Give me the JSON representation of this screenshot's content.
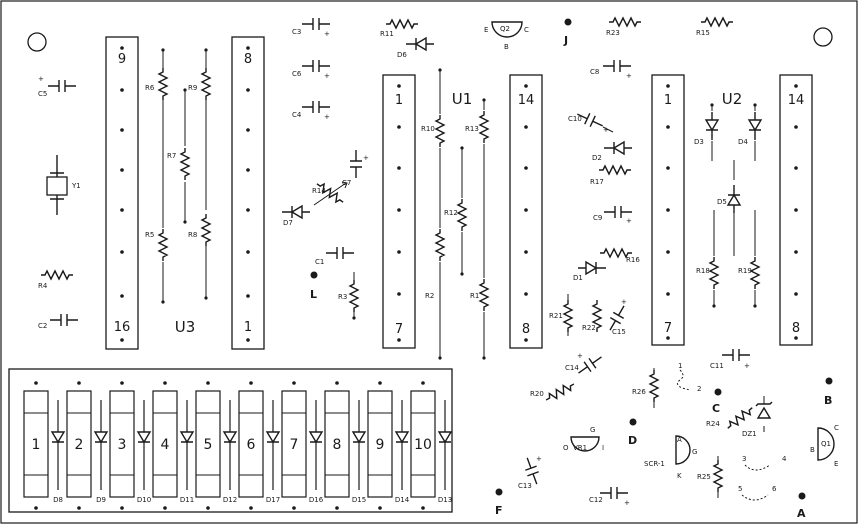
{
  "ic_labels": {
    "u1": "U1",
    "u2": "U2",
    "u3": "U3"
  },
  "ic_pins": {
    "u3_top_left": "9",
    "u3_top_right": "8",
    "u3_bottom_left": "16",
    "u3_bottom_right": "1",
    "u1_top_left": "1",
    "u1_top_right": "14",
    "u1_bottom_left": "7",
    "u1_bottom_right": "8",
    "u2_top_left": "1",
    "u2_top_right": "14",
    "u2_bottom_left": "7",
    "u2_bottom_right": "8"
  },
  "resistors": {
    "r1": "R1",
    "r2": "R2",
    "r3": "R3",
    "r4": "R4",
    "r5": "R5",
    "r6": "R6",
    "r7": "R7",
    "r8": "R8",
    "r9": "R9",
    "r10": "R10",
    "r11": "R11",
    "r12": "R12",
    "r13": "R13",
    "r14": "R14",
    "r15": "R15",
    "r16": "R16",
    "r17": "R17",
    "r18": "R18",
    "r19": "R19",
    "r20": "R20",
    "r21": "R21",
    "r22": "R22",
    "r23": "R23",
    "r24": "R24",
    "r25": "R25",
    "r26": "R26"
  },
  "capacitors": {
    "c1": "C1",
    "c2": "C2",
    "c3": "C3",
    "c4": "C4",
    "c5": "C5",
    "c6": "C6",
    "c7": "C7",
    "c8": "C8",
    "c9": "C9",
    "c10": "C10",
    "c11": "C11",
    "c12": "C12",
    "c13": "C13",
    "c14": "C14",
    "c15": "C15"
  },
  "diodes": {
    "d1": "D1",
    "d2": "D2",
    "d3": "D3",
    "d4": "D4",
    "d5": "D5",
    "d6": "D6",
    "d7": "D7",
    "dz1": "DZ1"
  },
  "semis": {
    "q1": "Q1",
    "q2": "Q2",
    "vr1": "VR1",
    "scr1": "SCR-1",
    "y1": "Y1"
  },
  "terminals": {
    "a": "A",
    "b": "B",
    "c": "C",
    "d": "D",
    "f": "F",
    "j": "J",
    "l": "L"
  },
  "pin_letters": {
    "e": "E",
    "b": "B",
    "c": "C",
    "g": "G",
    "k": "K",
    "a": "A",
    "o": "O",
    "i": "I",
    "plus": "+"
  },
  "jumper_numbers": {
    "n1": "1",
    "n2": "2",
    "n3": "3",
    "n4": "4",
    "n5": "5",
    "n6": "6"
  },
  "bar_display": {
    "segments": [
      "1",
      "2",
      "3",
      "4",
      "5",
      "6",
      "7",
      "8",
      "9",
      "10"
    ],
    "diodes": [
      "D8",
      "D9",
      "D10",
      "D11",
      "D12",
      "D17",
      "D16",
      "D15",
      "D14",
      "D13"
    ]
  }
}
